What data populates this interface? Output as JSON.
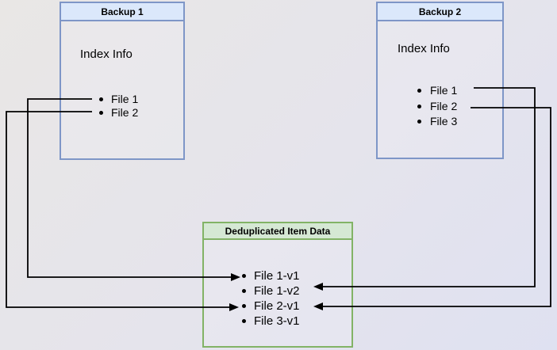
{
  "canvas": {
    "backup1": {
      "title": "Backup 1",
      "index_label": "Index Info",
      "files": [
        "File 1",
        "File 2"
      ]
    },
    "backup2": {
      "title": "Backup 2",
      "index_label": "Index Info",
      "files": [
        "File 1",
        "File 2",
        "File 3"
      ]
    },
    "dedup_store": {
      "title": "Deduplicated Item Data",
      "files": [
        "File 1-v1",
        "File 1-v2",
        "File 2-v1",
        "File 3-v1"
      ]
    },
    "connections": [
      {
        "from": "Backup 1 / File 1",
        "to": "File 1-v1"
      },
      {
        "from": "Backup 1 / File 2",
        "to": "File 2-v1"
      },
      {
        "from": "Backup 2 / File 1",
        "to": "File 1-v2"
      },
      {
        "from": "Backup 2 / File 2",
        "to": "File 2-v1"
      }
    ],
    "colors": {
      "background_top_left": "#e9e7e5",
      "background_bottom_right": "#dfe1f1",
      "blue_box_border": "#7e96c7",
      "blue_header_fill": "#dbe8fb",
      "green_box_border": "#82b366",
      "green_header_fill": "#d5e8d4",
      "arrow": "#000000"
    }
  }
}
